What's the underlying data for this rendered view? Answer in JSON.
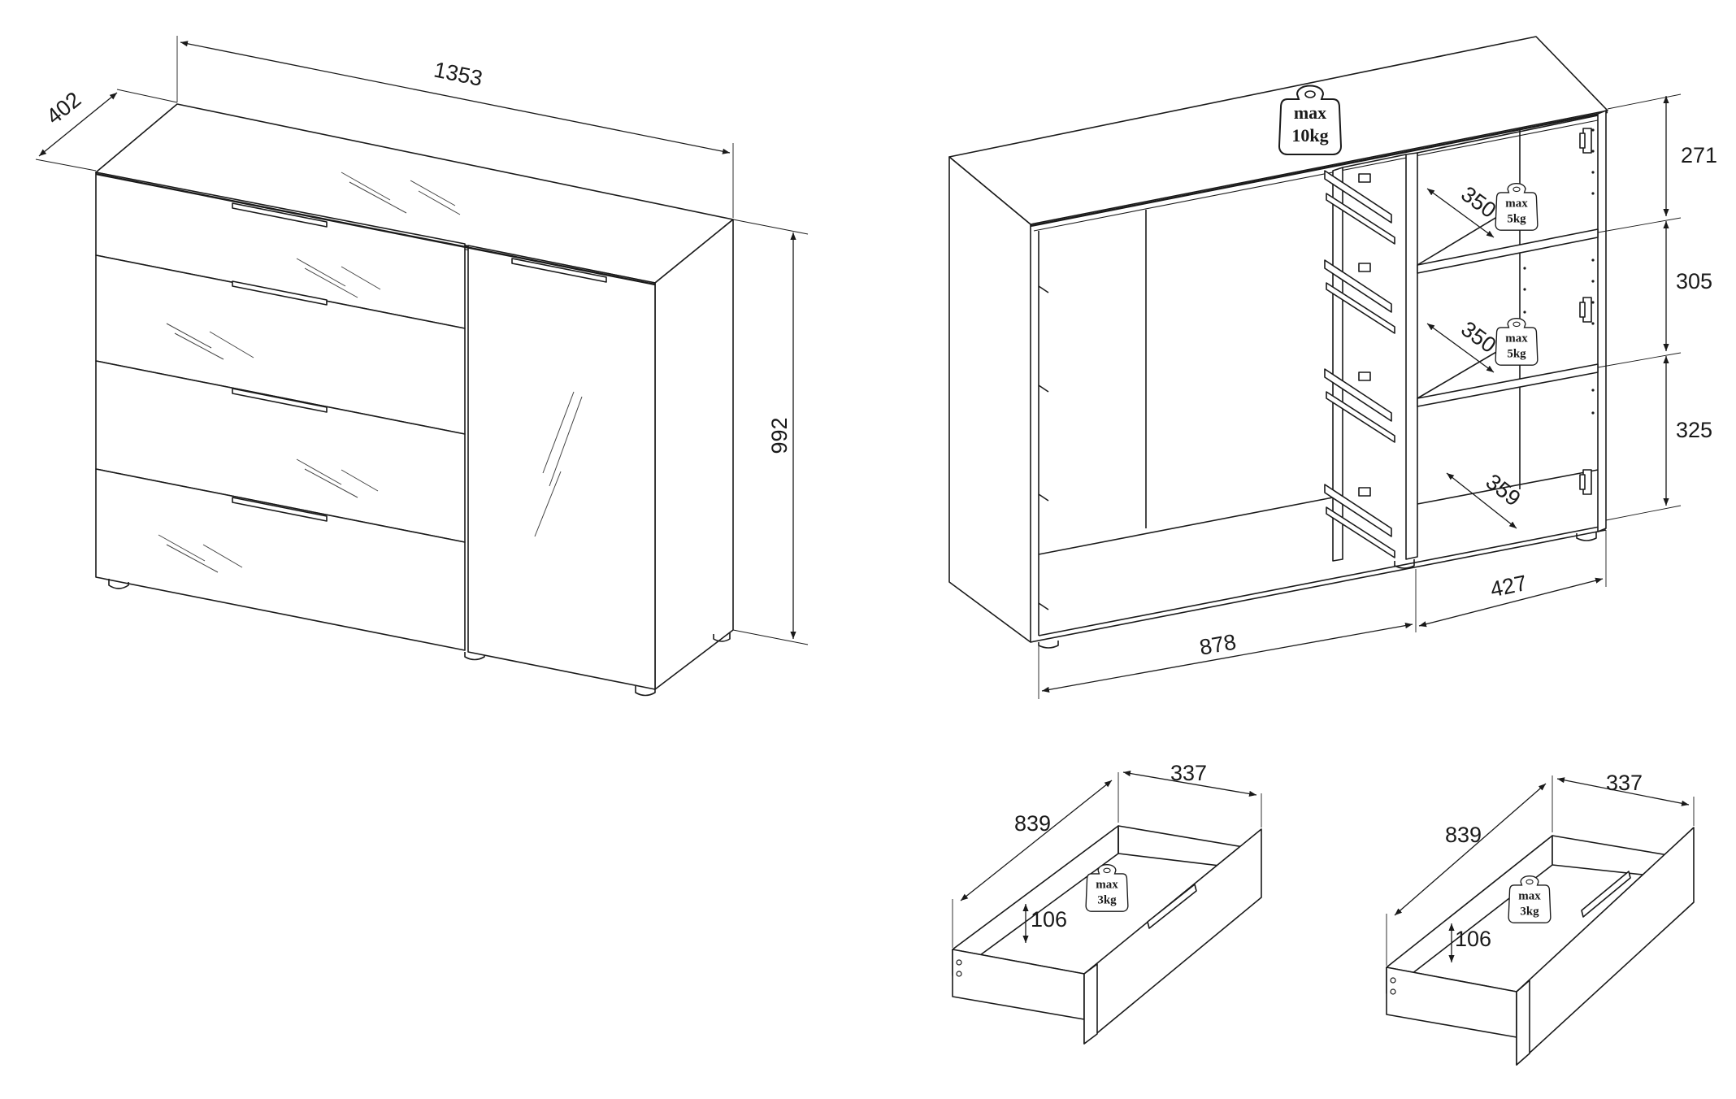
{
  "overall": {
    "width": "1353",
    "depth": "402",
    "height": "992"
  },
  "interior": {
    "drawer_section_width": "878",
    "cabinet_section_width": "427",
    "shelf_heights": [
      "271",
      "305",
      "325"
    ],
    "shelf_depths": [
      "350",
      "350",
      "359"
    ]
  },
  "loads": {
    "top": {
      "line1": "max",
      "line2": "10kg"
    },
    "shelf": {
      "line1": "max",
      "line2": "5kg"
    },
    "drawer": {
      "line1": "max",
      "line2": "3kg"
    }
  },
  "drawers": [
    {
      "depth": "839",
      "width": "337",
      "height": "106"
    },
    {
      "depth": "839",
      "width": "337",
      "height": "106"
    }
  ]
}
